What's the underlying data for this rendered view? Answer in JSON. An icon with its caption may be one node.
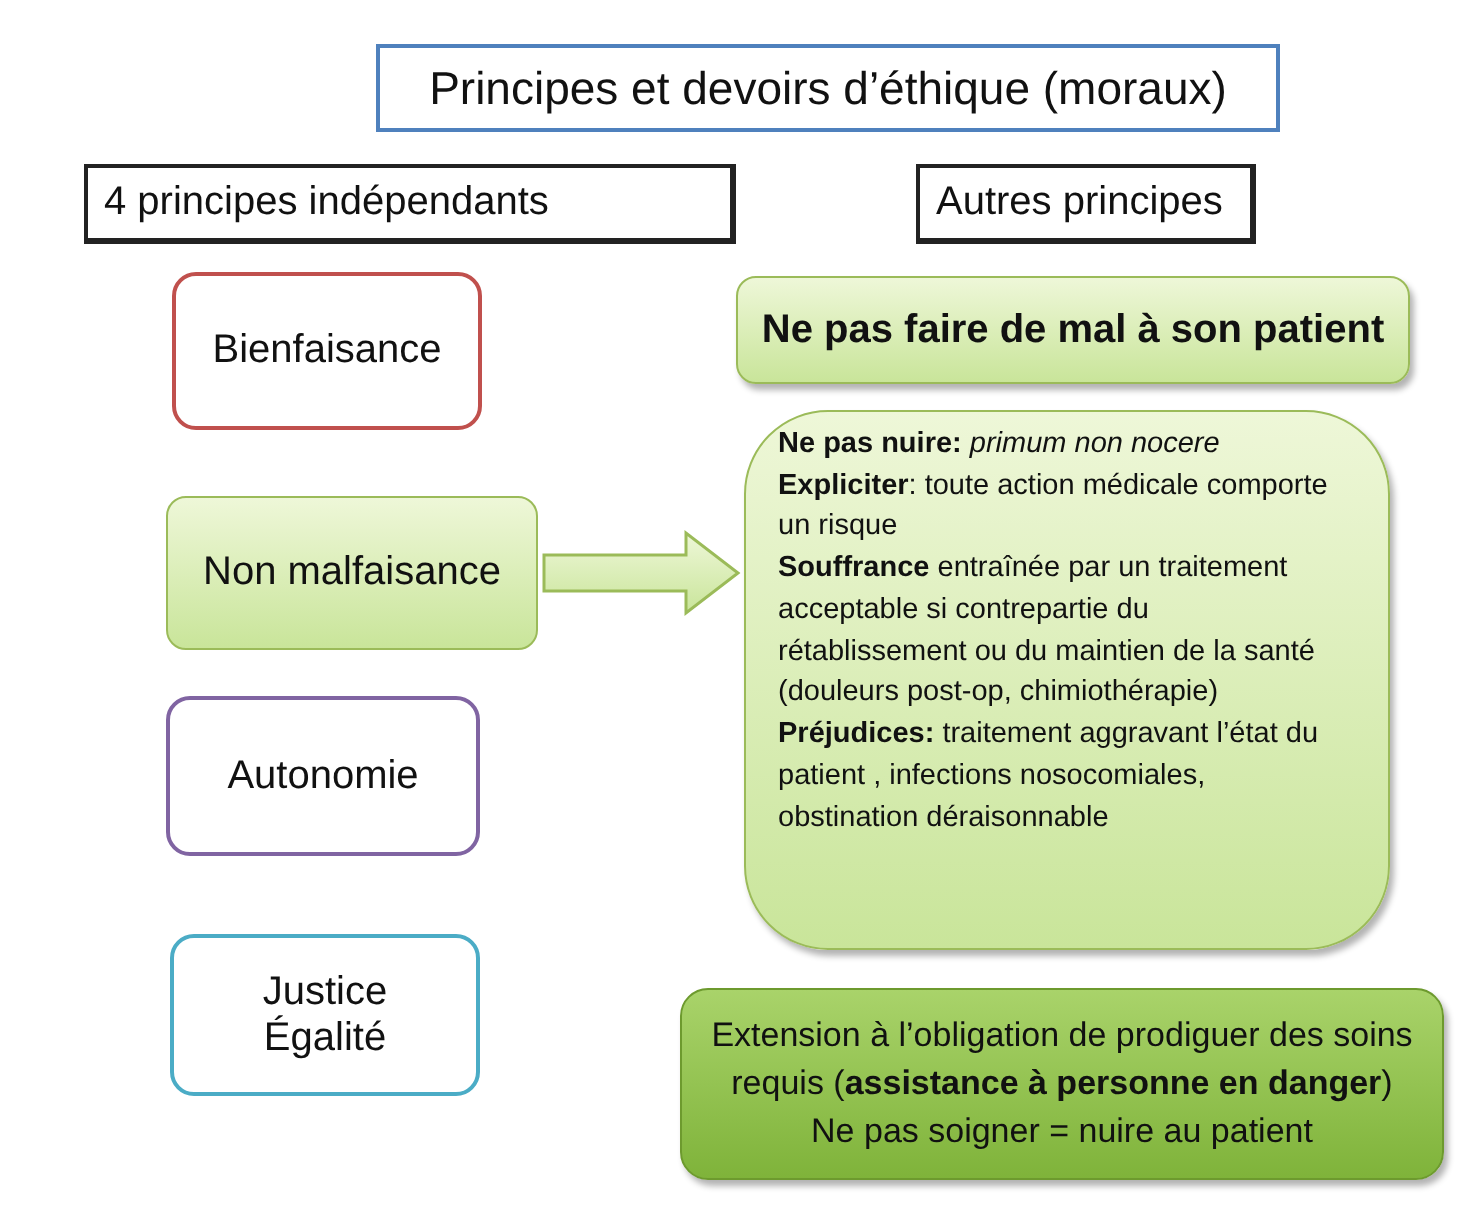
{
  "diagram": {
    "title": "Principes et devoirs d’éthique (moraux)",
    "nodes": [
      {
        "text": [
          "4 principes indépendants"
        ]
      },
      {
        "text": [
          "Autres principes"
        ]
      },
      {
        "text": [
          "Bienfaisance"
        ]
      },
      {
        "text": [
          "Non malfaisance"
        ]
      },
      {
        "text": [
          "Autonomie"
        ]
      },
      {
        "text": [
          "Justice Égalité"
        ]
      },
      {
        "text": [
          "Ne pas faire de mal à son patient"
        ]
      },
      {
        "text": [
          "**Ne pas nuire:** *primum non nocere*",
          "**Expliciter**: toute action médicale comporte un risque",
          "**Souffrance** entraînée par un traitement acceptable si contrepartie du rétablissement ou du maintien de la santé (douleurs post-op, chimiothérapie)",
          "**Préjudices:** traitement aggravant l’état du patient , infections nosocomiales, obstination déraisonnable"
        ]
      },
      {
        "text": [
          "Extension à l’obligation de prodiguer des soins requis (**assistance à personne en danger**)",
          "Ne pas soigner = nuire au patient"
        ]
      }
    ],
    "edges": [
      {
        "from": 3,
        "to": 7,
        "arrow": "to",
        "style": "thick"
      }
    ]
  }
}
